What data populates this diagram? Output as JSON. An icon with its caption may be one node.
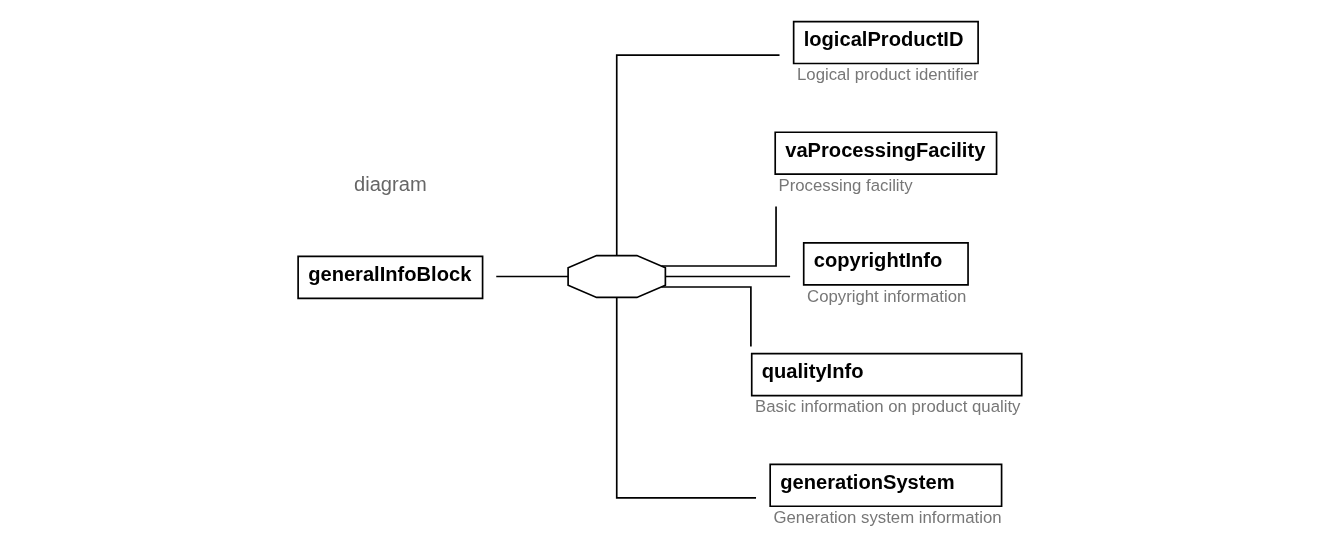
{
  "diagram": {
    "nodes": [
      {
        "text": [
          "generalInfoBlock"
        ]
      },
      {
        "text": [],
        "shape": "octagon"
      },
      {
        "text": [
          "logicalProductID"
        ],
        "beside": [
          "Logical product identifier"
        ]
      },
      {
        "text": [
          "vaProcessingFacility"
        ],
        "beside": [
          "Processing facility"
        ]
      },
      {
        "text": [
          "copyrightInfo"
        ],
        "beside": [
          "Copyright information"
        ]
      },
      {
        "text": [
          "qualityInfo"
        ],
        "beside": [
          "Basic information on product quality"
        ]
      },
      {
        "text": [
          "generationSystem"
        ],
        "beside": [
          "Generation system information"
        ]
      }
    ],
    "edges": [
      {
        "from": 0,
        "to": 1,
        "arrow": "none"
      },
      {
        "from": 1,
        "to": 2,
        "arrow": "none"
      },
      {
        "from": 1,
        "to": 3,
        "arrow": "none"
      },
      {
        "from": 1,
        "to": 4,
        "arrow": "none"
      },
      {
        "from": 1,
        "to": 5,
        "arrow": "none"
      },
      {
        "from": 1,
        "to": 6,
        "arrow": "none"
      }
    ],
    "labels": [
      "diagram"
    ]
  }
}
